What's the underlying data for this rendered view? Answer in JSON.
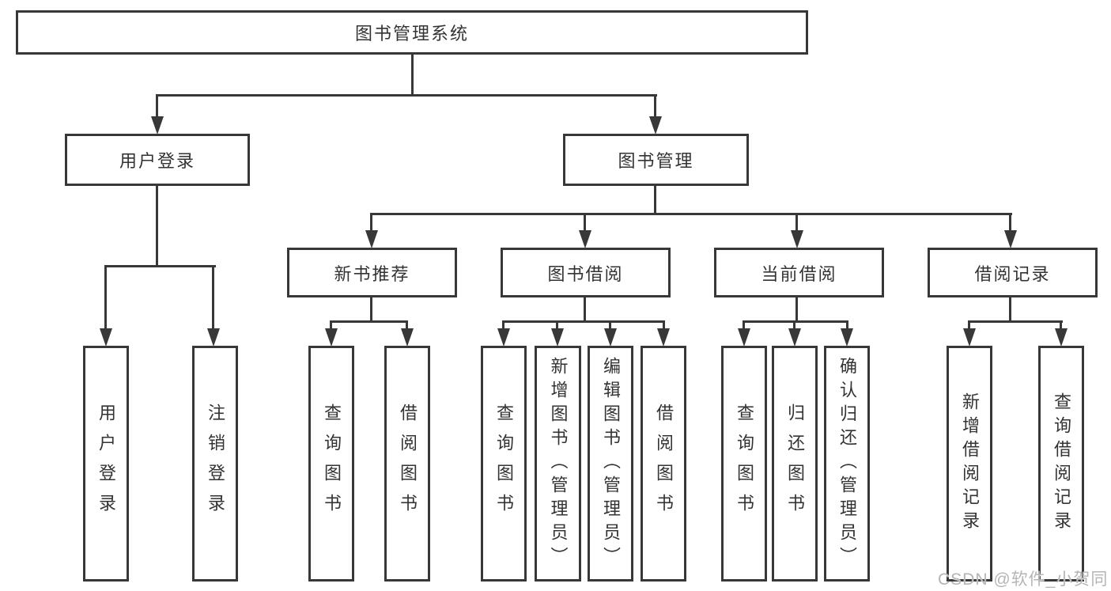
{
  "colors": {
    "line": "#383838",
    "text": "#333333",
    "box_fill": "#ffffff",
    "watermark": "#b5b5b5"
  },
  "watermark": "CSDN @软件_小贺同学",
  "tree": {
    "root": {
      "label": "图书管理系统",
      "children": [
        {
          "label": "用户登录",
          "children": [
            {
              "label": "用户登录"
            },
            {
              "label": "注销登录"
            }
          ]
        },
        {
          "label": "图书管理",
          "children": [
            {
              "label": "新书推荐",
              "children": [
                {
                  "label": "查询图书"
                },
                {
                  "label": "借阅图书"
                }
              ]
            },
            {
              "label": "图书借阅",
              "children": [
                {
                  "label": "查询图书"
                },
                {
                  "label": "新增图书（管理员）"
                },
                {
                  "label": "编辑图书（管理员）"
                },
                {
                  "label": "借阅图书"
                }
              ]
            },
            {
              "label": "当前借阅",
              "children": [
                {
                  "label": "查询图书"
                },
                {
                  "label": "归还图书"
                },
                {
                  "label": "确认归还（管理员）"
                }
              ]
            },
            {
              "label": "借阅记录",
              "children": [
                {
                  "label": "新增借阅记录"
                },
                {
                  "label": "查询借阅记录"
                }
              ]
            }
          ]
        }
      ]
    }
  }
}
